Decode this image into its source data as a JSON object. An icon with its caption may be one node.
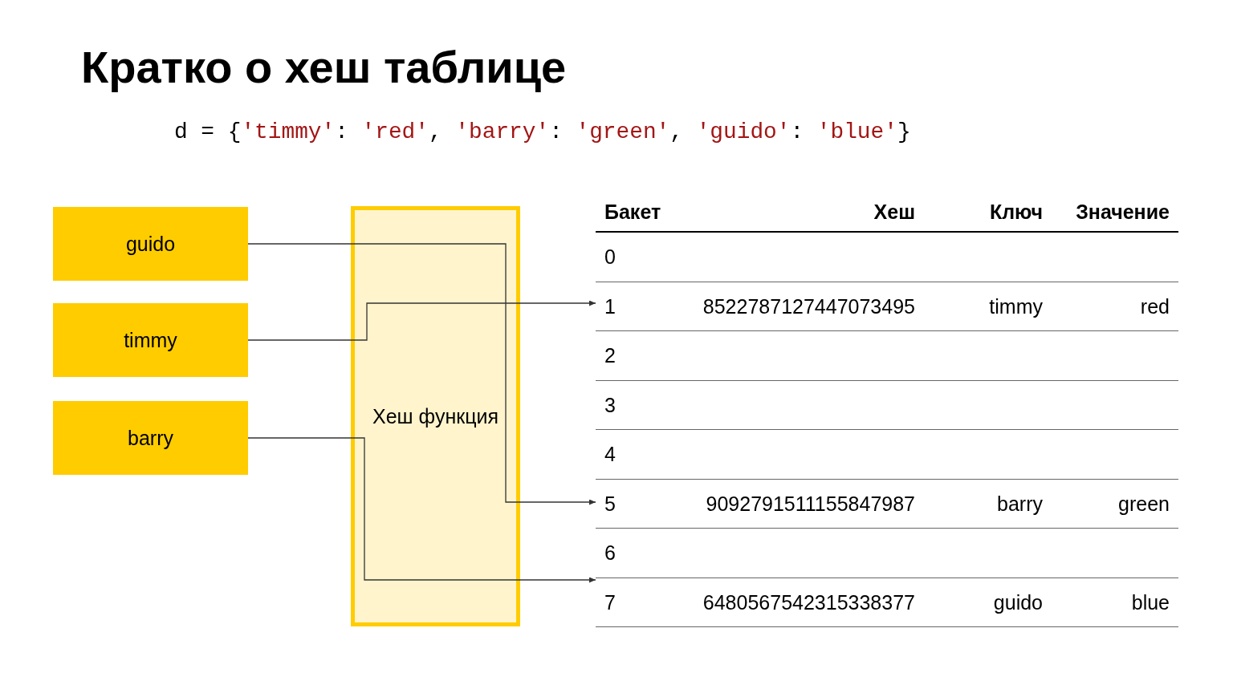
{
  "diagram": {
    "title": "Кратко о хеш таблице",
    "nodes": [
      {
        "text": [
          "guido"
        ]
      },
      {
        "text": [
          "timmy"
        ]
      },
      {
        "text": [
          "barry"
        ]
      },
      {
        "text": [
          "Хеш функция"
        ]
      },
      {
        "text": [
          "0"
        ]
      },
      {
        "text": [
          "1",
          "8522787127447073495",
          "timmy",
          "red"
        ]
      },
      {
        "text": [
          "2"
        ]
      },
      {
        "text": [
          "3"
        ]
      },
      {
        "text": [
          "4"
        ]
      },
      {
        "text": [
          "5",
          "9092791511155847987",
          "barry",
          "green"
        ]
      },
      {
        "text": [
          "6"
        ]
      },
      {
        "text": [
          "7",
          "6480567542315338377",
          "guido",
          "blue"
        ]
      }
    ],
    "edges": [
      {
        "from": 0,
        "to": 3,
        "arrow": "none"
      },
      {
        "from": 1,
        "to": 3,
        "arrow": "none"
      },
      {
        "from": 2,
        "to": 3,
        "arrow": "none"
      },
      {
        "from": 3,
        "to": 5,
        "arrow": "to"
      },
      {
        "from": 3,
        "to": 9,
        "arrow": "to"
      },
      {
        "from": 3,
        "to": 11,
        "arrow": "to"
      }
    ],
    "labels": [
      "d = {'timmy': 'red', 'barry': 'green', 'guido': 'blue'}",
      "Бакет",
      "Хеш",
      "Ключ",
      "Значение"
    ]
  }
}
